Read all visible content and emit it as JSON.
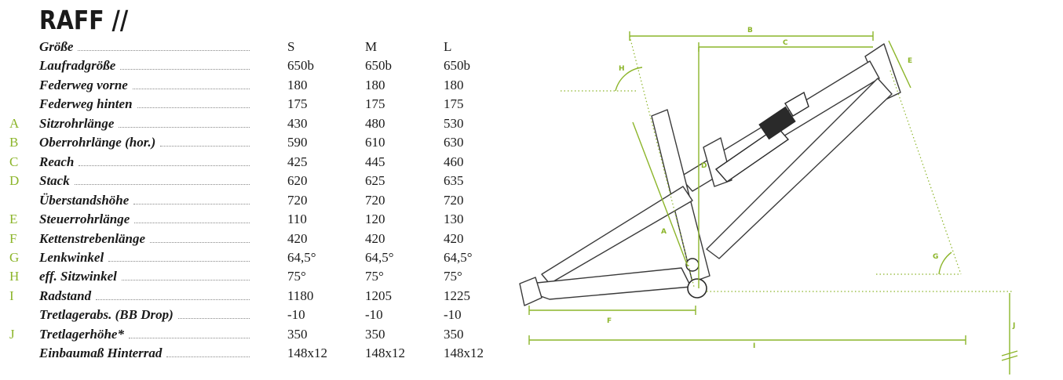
{
  "title": "RAFF //",
  "sizes": [
    "S",
    "M",
    "L"
  ],
  "header_label": "Größe",
  "rows": [
    {
      "letter": "",
      "label": "Laufradgröße",
      "values": [
        "650b",
        "650b",
        "650b"
      ]
    },
    {
      "letter": "",
      "label": "Federweg vorne",
      "values": [
        "180",
        "180",
        "180"
      ]
    },
    {
      "letter": "",
      "label": "Federweg hinten",
      "values": [
        "175",
        "175",
        "175"
      ]
    },
    {
      "letter": "A",
      "label": "Sitzrohrlänge",
      "values": [
        "430",
        "480",
        "530"
      ]
    },
    {
      "letter": "B",
      "label": "Oberrohrlänge (hor.)",
      "values": [
        "590",
        "610",
        "630"
      ]
    },
    {
      "letter": "C",
      "label": "Reach",
      "values": [
        "425",
        "445",
        "460"
      ]
    },
    {
      "letter": "D",
      "label": "Stack",
      "values": [
        "620",
        "625",
        "635"
      ]
    },
    {
      "letter": "",
      "label": "Überstandshöhe",
      "values": [
        "720",
        "720",
        "720"
      ]
    },
    {
      "letter": "E",
      "label": "Steuerrohrlänge",
      "values": [
        "110",
        "120",
        "130"
      ]
    },
    {
      "letter": "F",
      "label": "Kettenstrebenlänge",
      "values": [
        "420",
        "420",
        "420"
      ]
    },
    {
      "letter": "G",
      "label": "Lenkwinkel",
      "values": [
        "64,5°",
        "64,5°",
        "64,5°"
      ]
    },
    {
      "letter": "H",
      "label": "eff. Sitzwinkel",
      "values": [
        "75°",
        "75°",
        "75°"
      ]
    },
    {
      "letter": "I",
      "label": "Radstand",
      "values": [
        "1180",
        "1205",
        "1225"
      ]
    },
    {
      "letter": "",
      "label": "Tretlagerabs. (BB Drop)",
      "values": [
        "-10",
        "-10",
        "-10"
      ]
    },
    {
      "letter": "J",
      "label": "Tretlagerhöhe*",
      "values": [
        "350",
        "350",
        "350"
      ]
    },
    {
      "letter": "",
      "label": "Einbaumaß Hinterrad",
      "values": [
        "148x12",
        "148x12",
        "148x12"
      ]
    }
  ],
  "diagram_labels": {
    "A": "A",
    "B": "B",
    "C": "C",
    "D": "D",
    "E": "E",
    "F": "F",
    "G": "G",
    "H": "H",
    "I": "I",
    "J": "J"
  },
  "colors": {
    "accent": "#8cb52a",
    "text": "#1a1a1a",
    "frame": "#3a3a3a"
  }
}
